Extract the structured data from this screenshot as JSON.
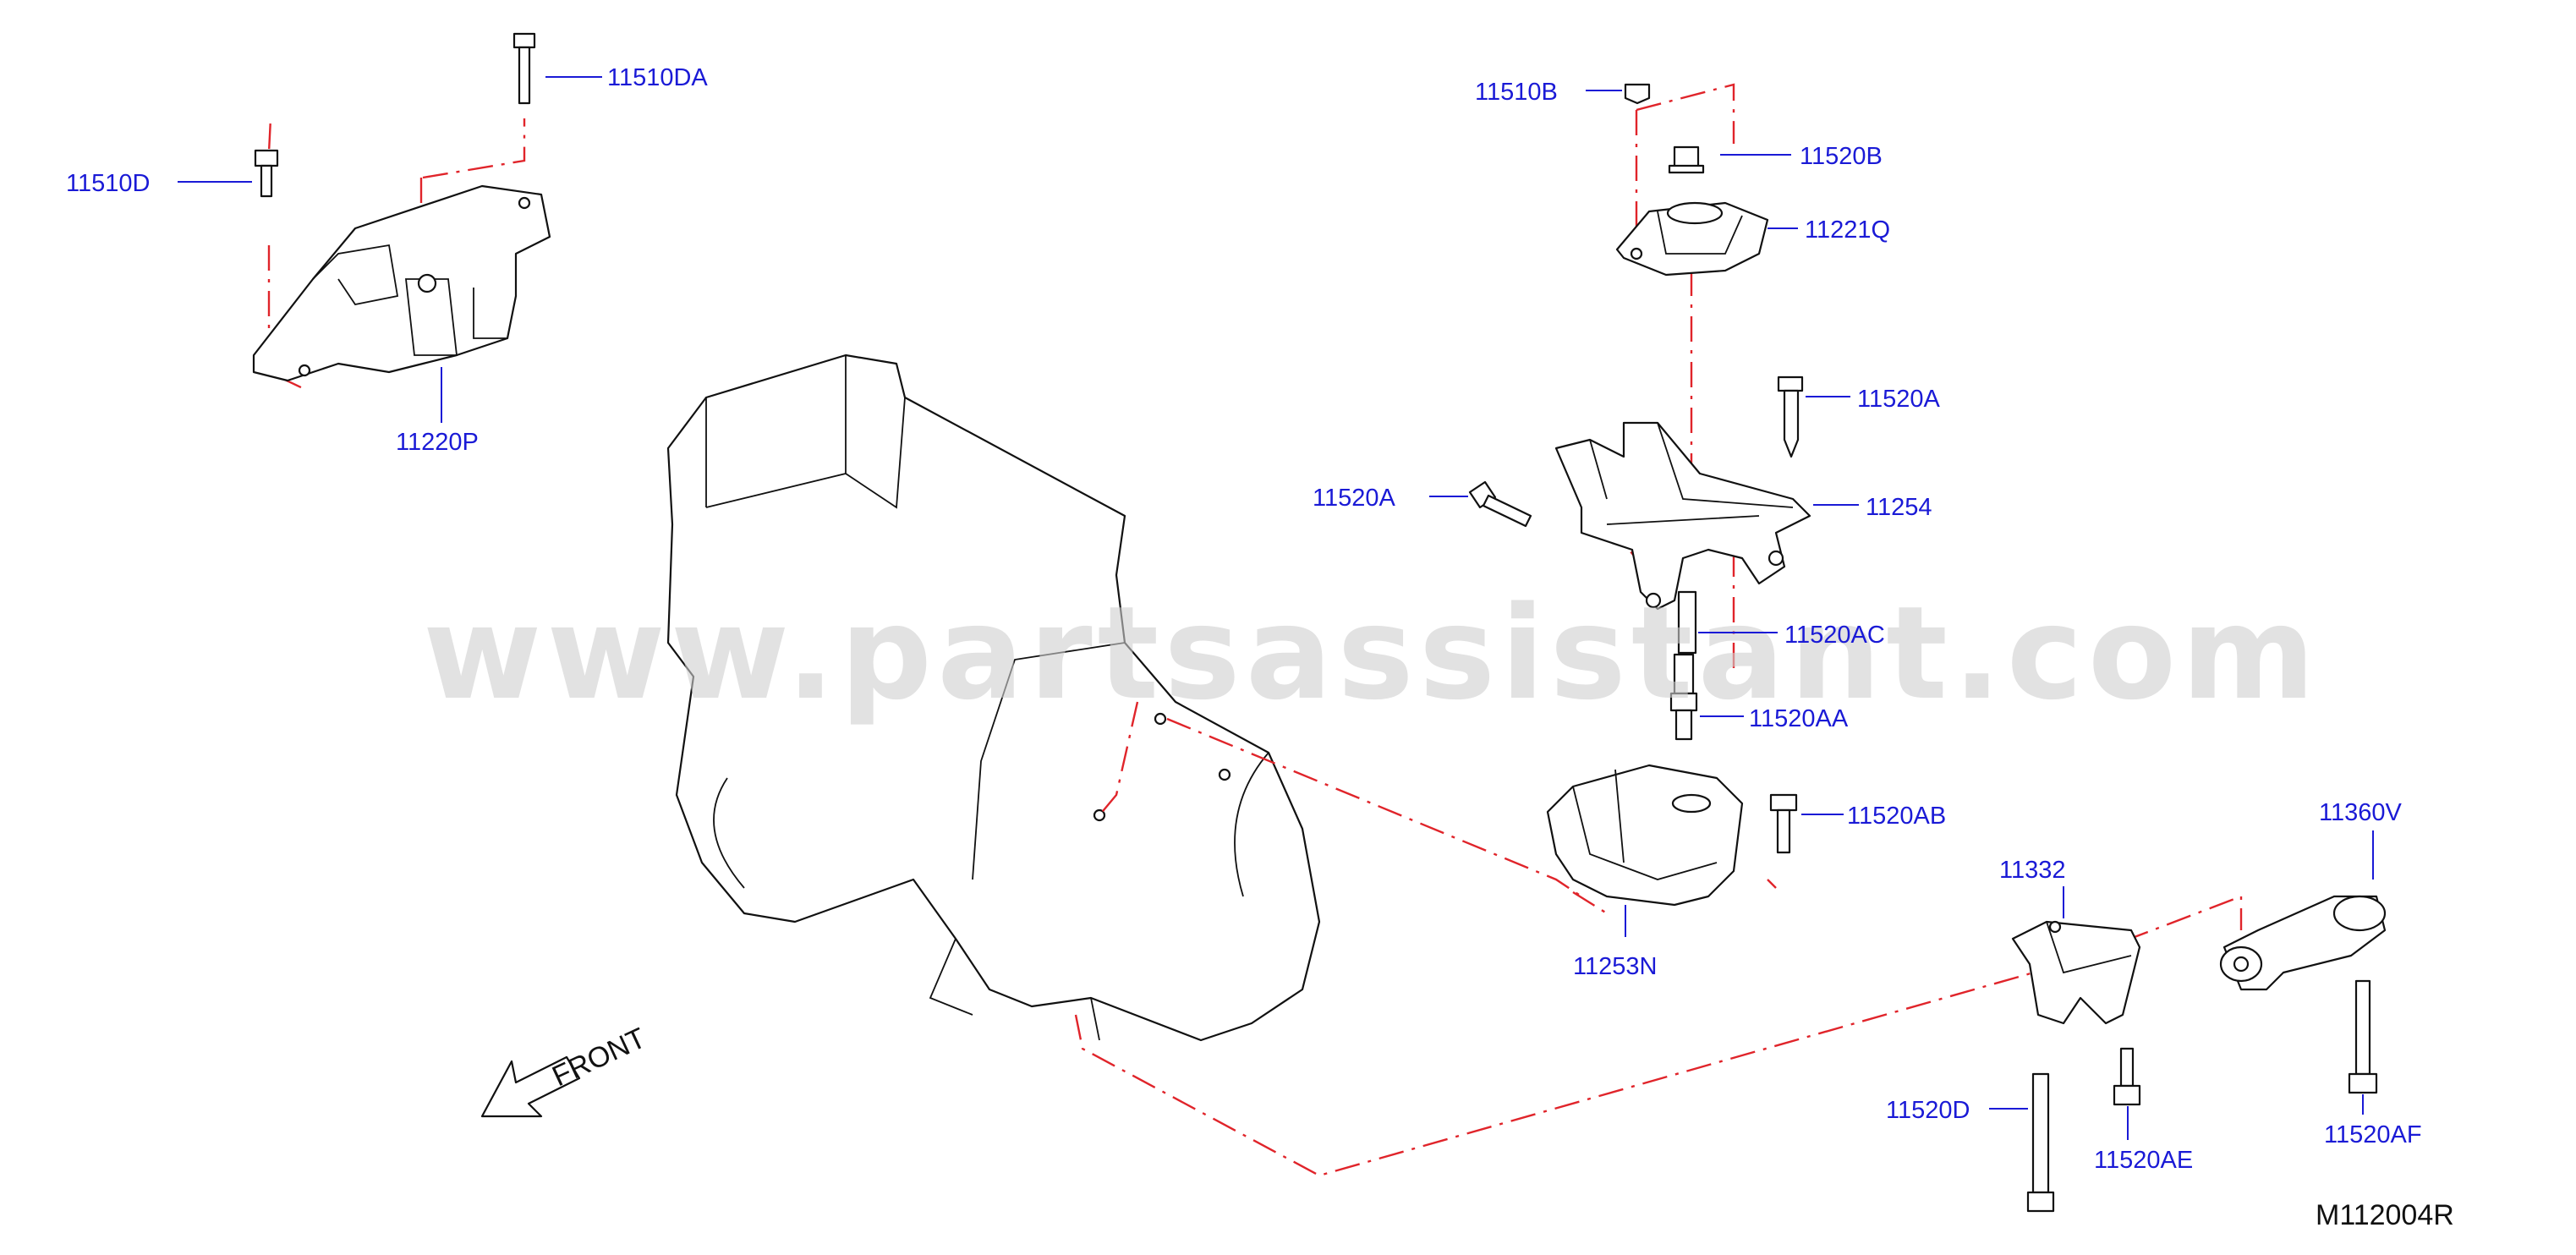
{
  "watermark": "www.partsassistant.com",
  "diagram_code": "M112004R",
  "front_label": "FRONT",
  "parts": [
    {
      "id": "11510DA",
      "label": "11510DA"
    },
    {
      "id": "11510D",
      "label": "11510D"
    },
    {
      "id": "11220P",
      "label": "11220P"
    },
    {
      "id": "11510B",
      "label": "11510B"
    },
    {
      "id": "11520B",
      "label": "11520B"
    },
    {
      "id": "11221Q",
      "label": "11221Q"
    },
    {
      "id": "11520A_r",
      "label": "11520A"
    },
    {
      "id": "11520A_l",
      "label": "11520A"
    },
    {
      "id": "11254",
      "label": "11254"
    },
    {
      "id": "11520AC",
      "label": "11520AC"
    },
    {
      "id": "11520AA",
      "label": "11520AA"
    },
    {
      "id": "11520AB",
      "label": "11520AB"
    },
    {
      "id": "11253N",
      "label": "11253N"
    },
    {
      "id": "11332",
      "label": "11332"
    },
    {
      "id": "11360V",
      "label": "11360V"
    },
    {
      "id": "11520D",
      "label": "11520D"
    },
    {
      "id": "11520AE",
      "label": "11520AE"
    },
    {
      "id": "11520AF",
      "label": "11520AF"
    }
  ]
}
